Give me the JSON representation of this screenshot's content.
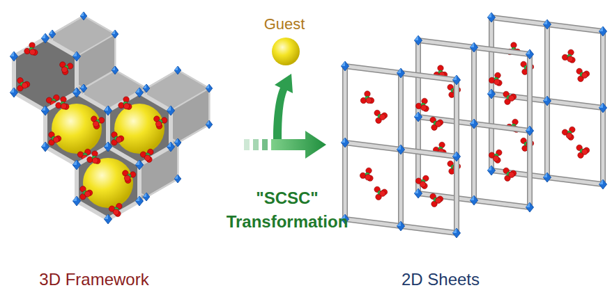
{
  "diagram": {
    "labels": [
      "Guest",
      "\"SCSC\" Transformation",
      "3D Framework",
      "2D Sheets"
    ]
  }
}
